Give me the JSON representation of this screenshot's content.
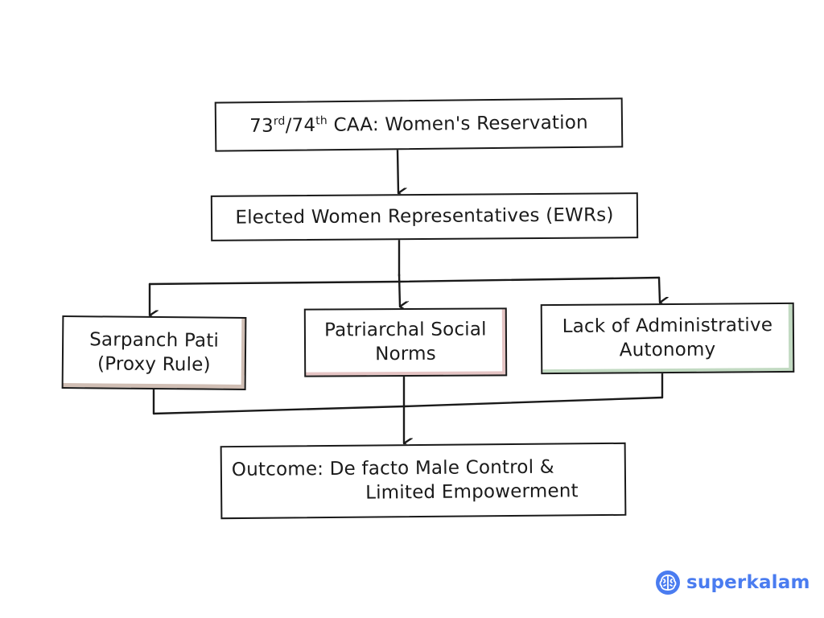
{
  "nodes": {
    "caa": {
      "pre": "73",
      "sup1": "rd",
      "mid": "/74",
      "sup2": "th",
      "post": " CAA: Women's Reservation"
    },
    "ewr": {
      "label": "Elected Women Representatives (EWRs)"
    },
    "pati": {
      "line1": "Sarpanch Pati",
      "line2": "(Proxy Rule)"
    },
    "norms": {
      "line1": "Patriarchal Social",
      "line2": "Norms"
    },
    "autonomy": {
      "line1": "Lack of Administrative",
      "line2": "Autonomy"
    },
    "outcome": {
      "line1": "Outcome: De facto Male Control &",
      "line2": "Limited Empowerment"
    }
  },
  "edges": [
    {
      "from": "caa",
      "to": "ewr"
    },
    {
      "from": "ewr",
      "to": "pati"
    },
    {
      "from": "ewr",
      "to": "norms"
    },
    {
      "from": "ewr",
      "to": "autonomy"
    },
    {
      "from": "pati",
      "to": "outcome"
    },
    {
      "from": "norms",
      "to": "outcome"
    },
    {
      "from": "autonomy",
      "to": "outcome"
    }
  ],
  "brand": {
    "name": "superkalam",
    "color": "#4a7cf0",
    "icon": "brain-icon"
  },
  "colors": {
    "stroke": "#1a1a1a",
    "pati_accent": "#7a4a2c",
    "norms_accent": "#b04a4a",
    "autonomy_accent": "#4f9a4f"
  }
}
